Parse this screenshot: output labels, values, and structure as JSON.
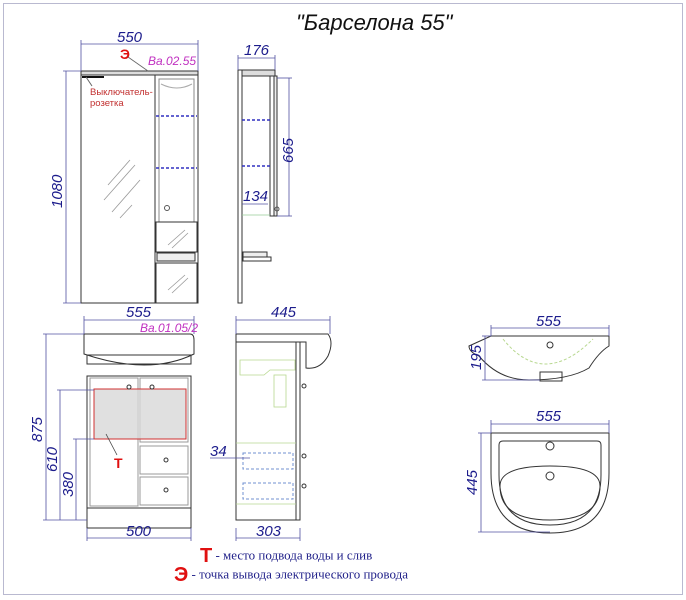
{
  "title": "\"Барселона 55\"",
  "mirror_cabinet": {
    "code": "Ba.02.55",
    "width": "550",
    "height": "1080",
    "depth": "176",
    "cabinet_height": "665",
    "shelf_depth": "134",
    "switch_label_line1": "Выключатель-",
    "switch_label_line2": "розетка",
    "electric_marker": "Э"
  },
  "vanity": {
    "code": "Ba.01.05/2",
    "top_width": "555",
    "body_width": "500",
    "height": "875",
    "zone_top": "610",
    "zone_bottom": "380",
    "depth": "445",
    "body_depth": "303",
    "drawer_offset": "34",
    "water_marker": "Т"
  },
  "basin": {
    "front_width": "555",
    "front_height": "195",
    "top_width": "555",
    "top_depth": "445"
  },
  "legend": [
    {
      "mark": "Т",
      "text": "- место подвода воды и слив"
    },
    {
      "mark": "Э",
      "text": "- точка вывода электрического провода"
    }
  ],
  "colors": {
    "dimension": "#1c1c8c",
    "code": "#c030c0",
    "marker": "#e01010",
    "zone_fill": "#d8d8d8",
    "zone_stroke": "#d03030"
  }
}
